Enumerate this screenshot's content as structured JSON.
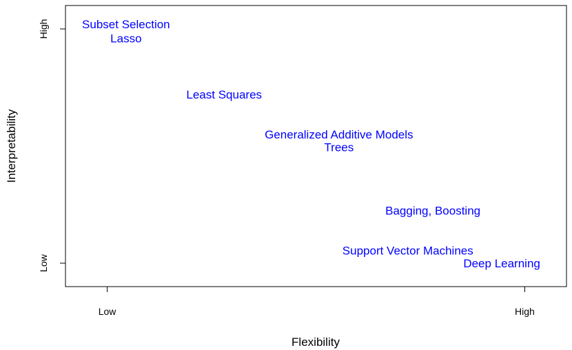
{
  "chart_data": {
    "type": "scatter",
    "title": "",
    "xlabel": "Flexibility",
    "ylabel": "Interpretability",
    "xlim": [
      -0.1,
      1.1
    ],
    "ylim": [
      -0.1,
      1.1
    ],
    "grid": false,
    "x_ticks": [
      {
        "value": 0,
        "label": "Low"
      },
      {
        "value": 1,
        "label": "High"
      }
    ],
    "y_ticks": [
      {
        "value": 0,
        "label": "Low"
      },
      {
        "value": 1,
        "label": "High"
      }
    ],
    "label_color": "#0000ff",
    "points": [
      {
        "label": "Subset Selection",
        "x": 0.045,
        "y": 1.02
      },
      {
        "label": "Lasso",
        "x": 0.045,
        "y": 0.96
      },
      {
        "label": "Least Squares",
        "x": 0.28,
        "y": 0.72
      },
      {
        "label": "Generalized Additive Models",
        "x": 0.555,
        "y": 0.55
      },
      {
        "label": "Trees",
        "x": 0.555,
        "y": 0.495
      },
      {
        "label": "Bagging, Boosting",
        "x": 0.78,
        "y": 0.225
      },
      {
        "label": "Support Vector Machines",
        "x": 0.72,
        "y": 0.055
      },
      {
        "label": "Deep Learning",
        "x": 0.945,
        "y": 0.0
      }
    ]
  }
}
